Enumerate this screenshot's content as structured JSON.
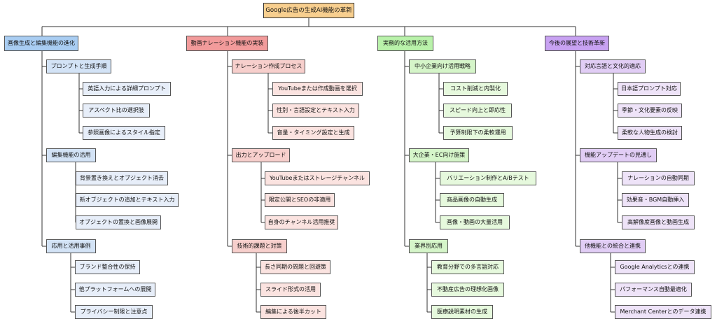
{
  "title": "Google広告の生成AI機能の革新",
  "categories": [
    {
      "label": "画像生成と編集機能の進化",
      "colors": {
        "cat": "#a9cdf2",
        "sub": "#d3e3f6",
        "leaf": "#e7eef9"
      },
      "subs": [
        {
          "label": "プロンプトと生成手順",
          "leaves": [
            "英語入力による詳細プロンプト",
            "アスペクト比の選択肢",
            "参照画像によるスタイル指定"
          ]
        },
        {
          "label": "編集機能の活用",
          "leaves": [
            "背景置き換えとオブジェクト消去",
            "新オブジェクトの追加とテキスト入力",
            "オブジェクトの置換と画像展開"
          ]
        },
        {
          "label": "応用と活用事例",
          "leaves": [
            "ブランド整合性の保持",
            "他プラットフォームへの展開",
            "プライバシー制限と注意点"
          ]
        }
      ]
    },
    {
      "label": "動画ナレーション機能の実装",
      "colors": {
        "cat": "#f29b9b",
        "sub": "#f7cfcc",
        "leaf": "#fbe3e0"
      },
      "subs": [
        {
          "label": "ナレーション作成プロセス",
          "leaves": [
            "YouTubeまたは作成動画を選択",
            "性別・言語設定とテキスト入力",
            "音量・タイミング設定と生成"
          ]
        },
        {
          "label": "出力とアップロード",
          "leaves": [
            "YouTubeまたはストレージチャンネル",
            "限定公開とSEOの非適用",
            "自身のチャンネル活用推奨"
          ]
        },
        {
          "label": "技術的課題と対策",
          "leaves": [
            "長さ同期の問題と回避策",
            "スライド形式の活用",
            "編集による後半カット"
          ]
        }
      ]
    },
    {
      "label": "実務的な活用方法",
      "colors": {
        "cat": "#b9f2aa",
        "sub": "#d5f5c9",
        "leaf": "#e6f9dd"
      },
      "subs": [
        {
          "label": "中小企業向け活用戦略",
          "leaves": [
            "コスト削減と内製化",
            "スピード向上と即応性",
            "予算制限下の柔軟運用"
          ]
        },
        {
          "label": "大企業・EC向け施策",
          "leaves": [
            "バリエーション制作とA/Bテスト",
            "商品画像の自動生成",
            "画像・動画の大量活用"
          ]
        },
        {
          "label": "業界別応用",
          "leaves": [
            "教育分野での多言語対応",
            "不動産広告の理想化画像",
            "医療説明素材の生成"
          ]
        }
      ]
    },
    {
      "label": "今後の展望と技術革新",
      "colors": {
        "cat": "#c8a2f2",
        "sub": "#e1cdf5",
        "leaf": "#eee3f8"
      },
      "subs": [
        {
          "label": "対応言語と文化的適応",
          "leaves": [
            "日本語プロンプト対応",
            "季節・文化要素の反映",
            "柔軟な人物生成の検討"
          ]
        },
        {
          "label": "機能アップデートの見通し",
          "leaves": [
            "ナレーションの自動同期",
            "効果音・BGM自動挿入",
            "高解像度画像と動画生成"
          ]
        },
        {
          "label": "他機能との統合と連携",
          "leaves": [
            "Google Analyticsとの連携",
            "パフォーマンス自動最適化",
            "Merchant Centerとのデータ連携"
          ]
        }
      ]
    }
  ]
}
